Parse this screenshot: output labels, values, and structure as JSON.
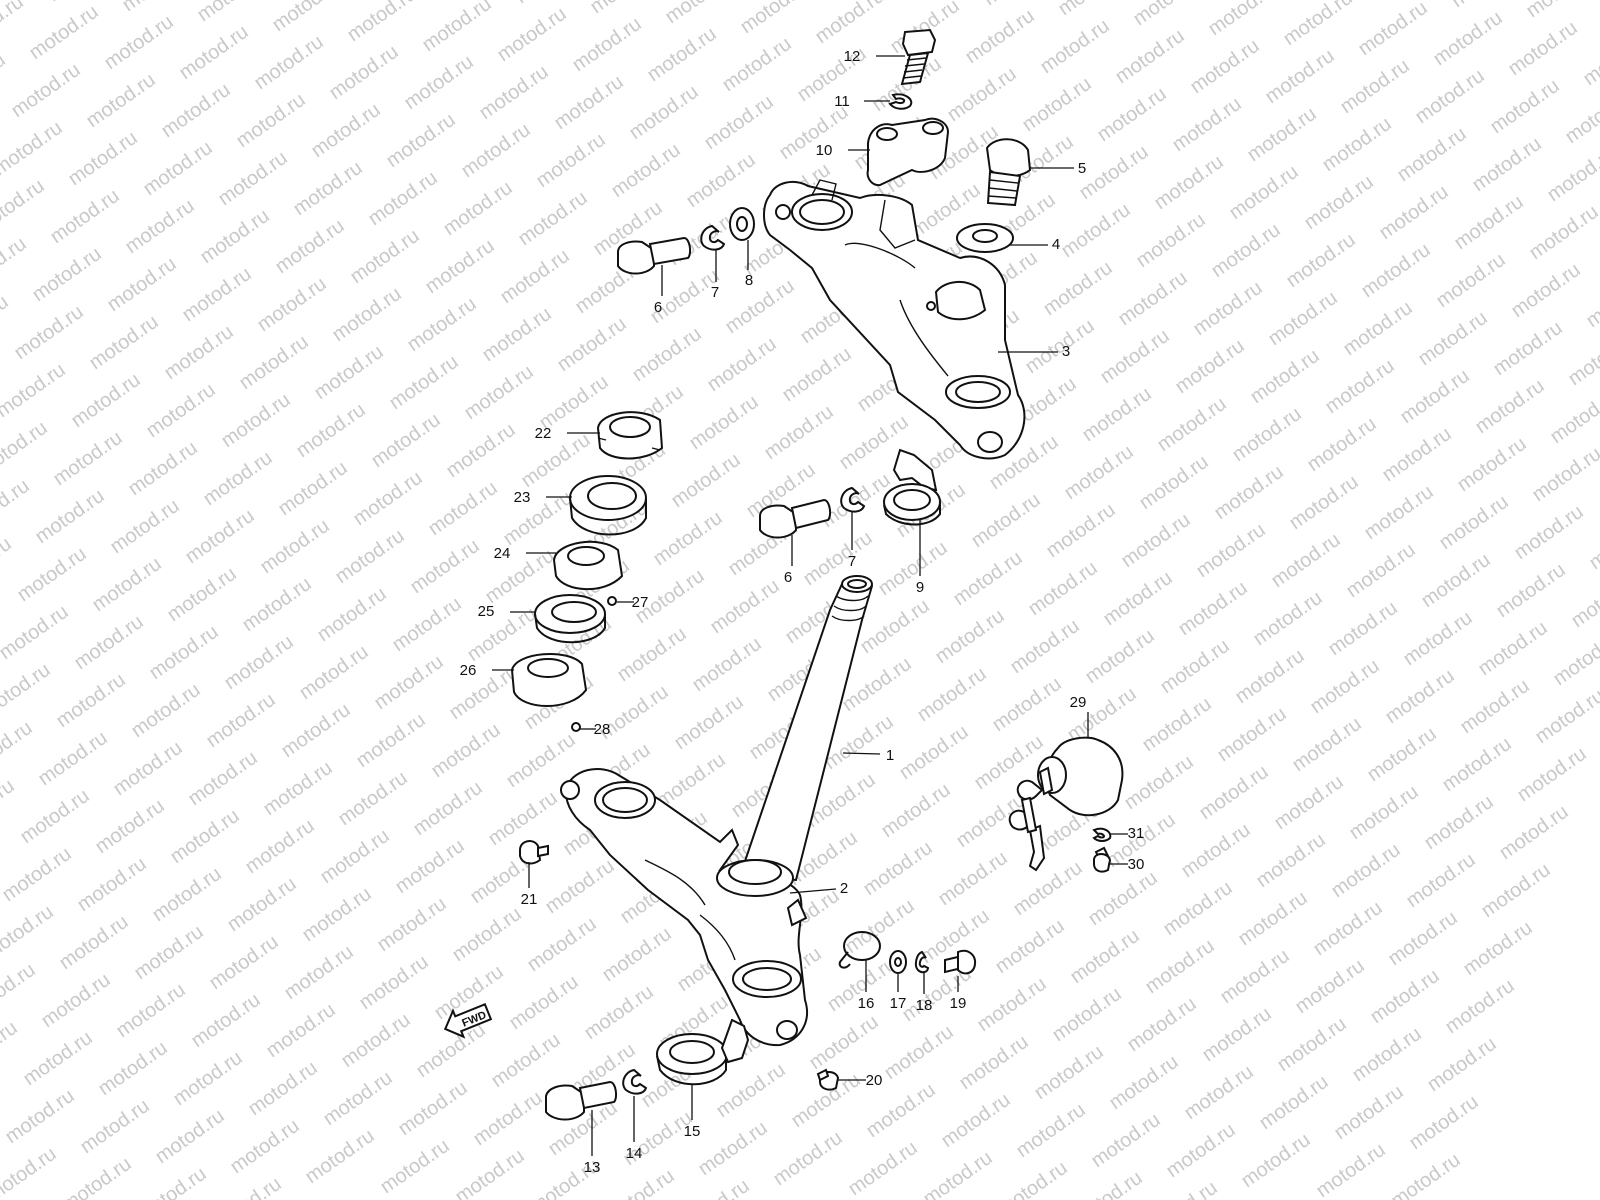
{
  "watermark": {
    "text": "motod.ru"
  },
  "fwd_badge": {
    "label": "FWD",
    "icon": "fwd-arrow-icon"
  },
  "callouts": [
    {
      "id": "1",
      "label": "1"
    },
    {
      "id": "2",
      "label": "2"
    },
    {
      "id": "3",
      "label": "3"
    },
    {
      "id": "4",
      "label": "4"
    },
    {
      "id": "5",
      "label": "5"
    },
    {
      "id": "6a",
      "label": "6"
    },
    {
      "id": "7a",
      "label": "7"
    },
    {
      "id": "8",
      "label": "8"
    },
    {
      "id": "6b",
      "label": "6"
    },
    {
      "id": "7b",
      "label": "7"
    },
    {
      "id": "9",
      "label": "9"
    },
    {
      "id": "10",
      "label": "10"
    },
    {
      "id": "11",
      "label": "11"
    },
    {
      "id": "12",
      "label": "12"
    },
    {
      "id": "13",
      "label": "13"
    },
    {
      "id": "14",
      "label": "14"
    },
    {
      "id": "15",
      "label": "15"
    },
    {
      "id": "16",
      "label": "16"
    },
    {
      "id": "17",
      "label": "17"
    },
    {
      "id": "18",
      "label": "18"
    },
    {
      "id": "19",
      "label": "19"
    },
    {
      "id": "20",
      "label": "20"
    },
    {
      "id": "21",
      "label": "21"
    },
    {
      "id": "22",
      "label": "22"
    },
    {
      "id": "23",
      "label": "23"
    },
    {
      "id": "24",
      "label": "24"
    },
    {
      "id": "25",
      "label": "25"
    },
    {
      "id": "26",
      "label": "26"
    },
    {
      "id": "27",
      "label": "27"
    },
    {
      "id": "28",
      "label": "28"
    },
    {
      "id": "29",
      "label": "29"
    },
    {
      "id": "30",
      "label": "30"
    },
    {
      "id": "31",
      "label": "31"
    }
  ]
}
